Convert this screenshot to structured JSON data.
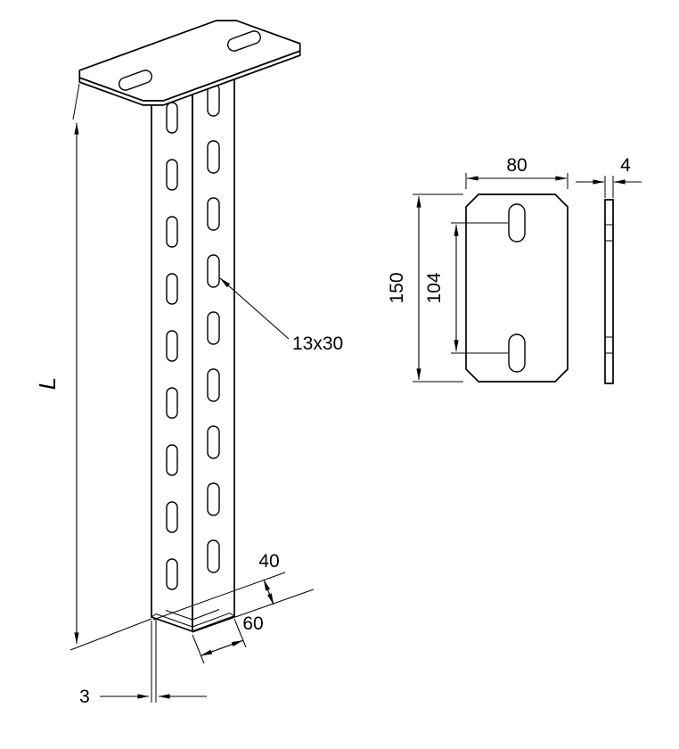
{
  "drawing": {
    "background": "#ffffff",
    "stroke_color": "#000000",
    "type": "technical-drawing-ceiling-bracket"
  },
  "iso_view": {
    "length_label": "L",
    "slot_label": "13x30",
    "profile_depth_label": "40",
    "profile_width_label": "60",
    "wall_thickness_label": "3"
  },
  "plate_view": {
    "plate_width_label": "80",
    "plate_height_label": "150",
    "hole_spacing_label": "104",
    "plate_thickness_label": "4"
  }
}
